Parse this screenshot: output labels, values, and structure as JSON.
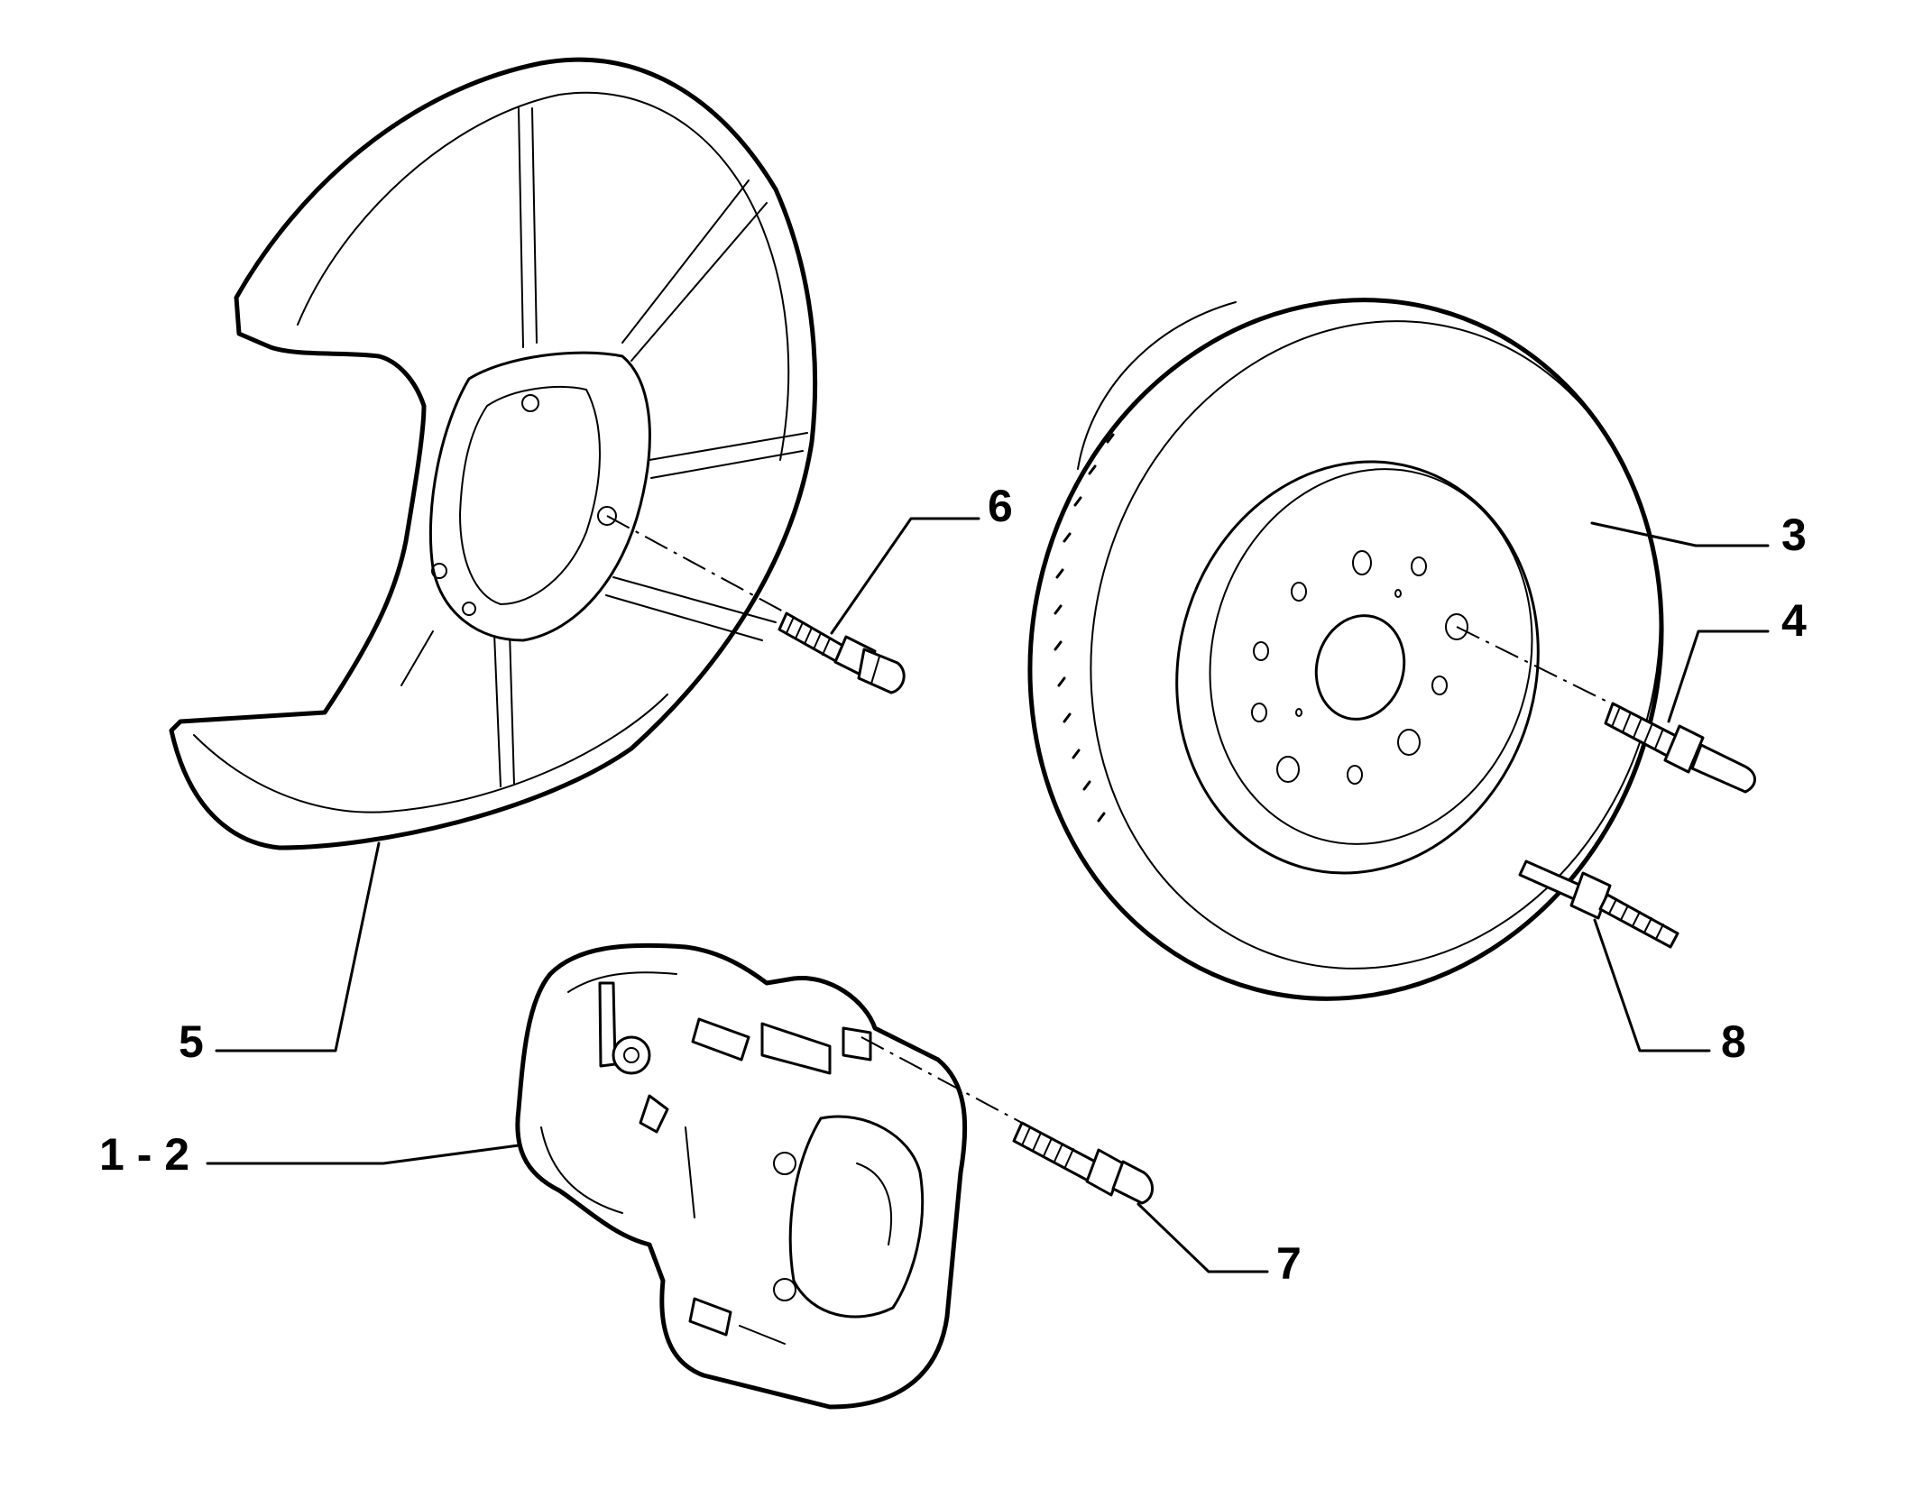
{
  "diagram": {
    "callouts": [
      {
        "id": "c1",
        "text": "1 - 2"
      },
      {
        "id": "c3",
        "text": "3"
      },
      {
        "id": "c4",
        "text": "4"
      },
      {
        "id": "c5",
        "text": "5"
      },
      {
        "id": "c6",
        "text": "6"
      },
      {
        "id": "c7",
        "text": "7"
      },
      {
        "id": "c8",
        "text": "8"
      }
    ],
    "line_color": "#000000",
    "background": "#ffffff"
  }
}
